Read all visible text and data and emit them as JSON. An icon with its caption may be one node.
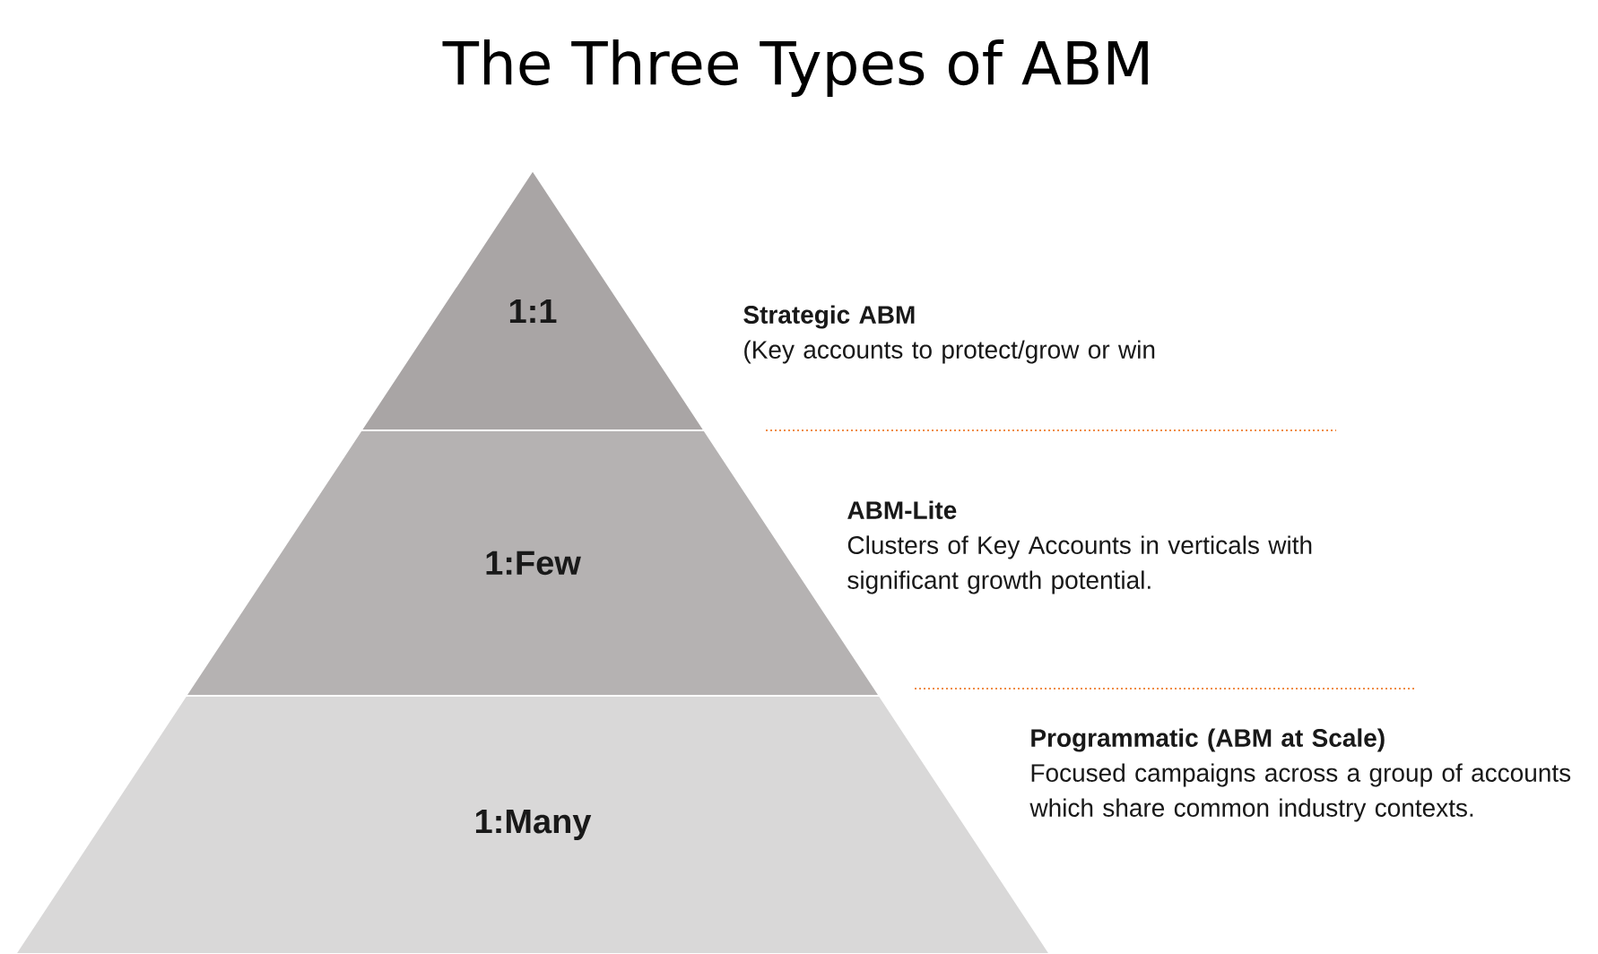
{
  "diagram": {
    "title": "The Three Types of ABM",
    "nodes": [
      {
        "text": [
          "1:1"
        ],
        "beside": [
          "Strategic ABM",
          "(Key accounts to protect/grow or win"
        ]
      },
      {
        "text": [
          "1:Few"
        ],
        "beside": [
          "ABM-Lite",
          "Clusters of Key Accounts in verticals with significant growth potential."
        ]
      },
      {
        "text": [
          "1:Many"
        ],
        "beside": [
          "Programmatic (ABM at Scale)",
          "Focused campaigns across a group of accounts which share common industry contexts."
        ]
      }
    ]
  }
}
